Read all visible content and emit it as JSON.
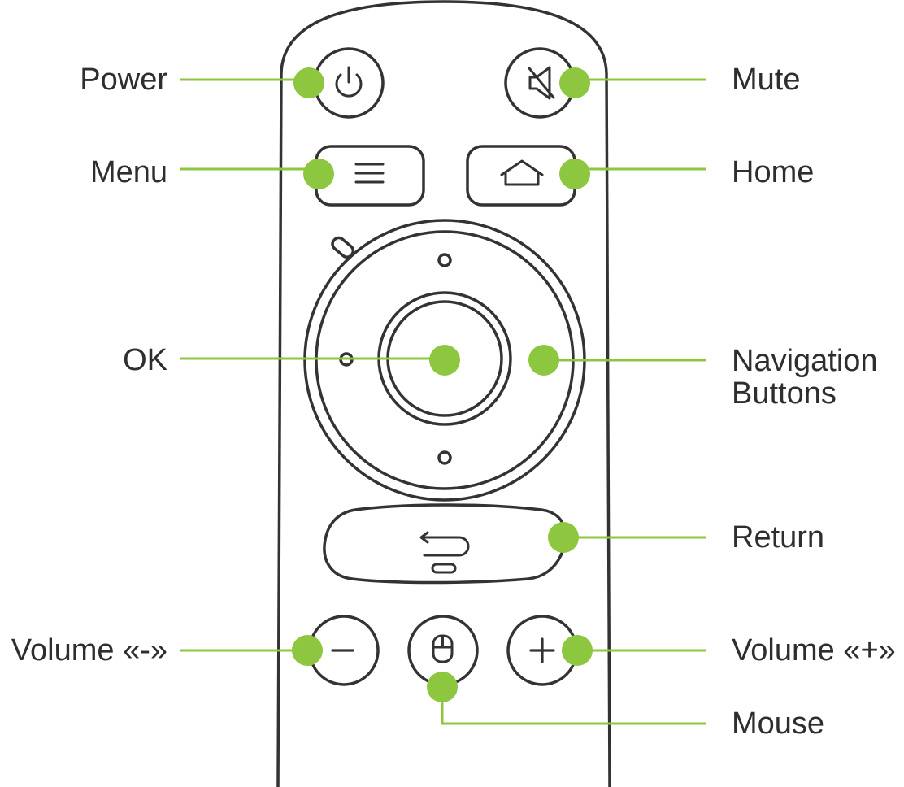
{
  "labels": {
    "power": "Power",
    "mute": "Mute",
    "menu": "Menu",
    "home": "Home",
    "ok": "OK",
    "navigation_line1": "Navigation",
    "navigation_line2": "Buttons",
    "return": "Return",
    "volume_minus": "Volume «-»",
    "volume_plus": "Volume «+»",
    "mouse": "Mouse"
  },
  "colors": {
    "marker": "#8dc63f",
    "outline": "#333333",
    "text": "#2e2e2e"
  },
  "icons": {
    "power": "power-icon",
    "mute": "mute-icon",
    "menu": "menu-icon",
    "home": "home-icon",
    "return": "return-icon",
    "volume_minus": "minus-icon",
    "volume_plus": "plus-icon",
    "mouse": "mouse-icon"
  }
}
